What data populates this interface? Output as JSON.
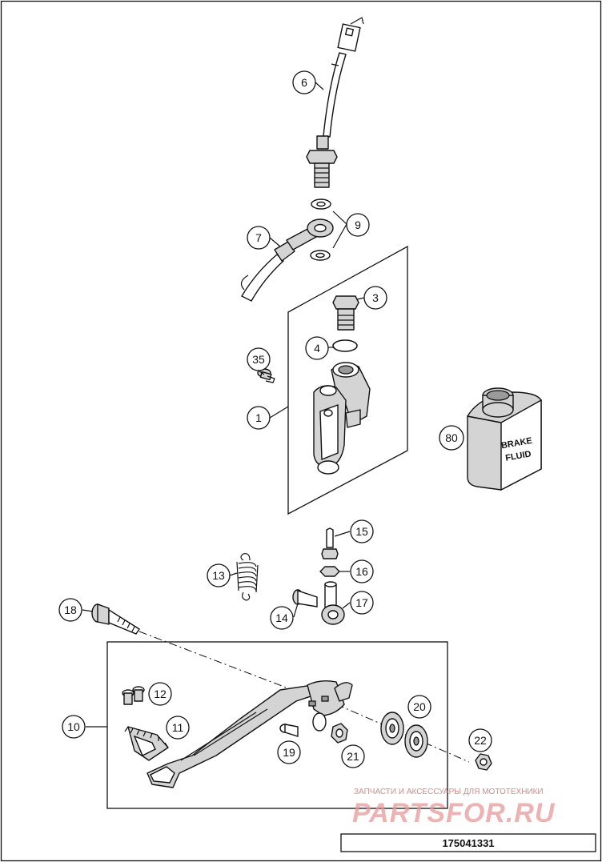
{
  "callouts": [
    {
      "id": "callout-1",
      "label": "1"
    },
    {
      "id": "callout-3",
      "label": "3"
    },
    {
      "id": "callout-4",
      "label": "4"
    },
    {
      "id": "callout-6",
      "label": "6"
    },
    {
      "id": "callout-7",
      "label": "7"
    },
    {
      "id": "callout-9",
      "label": "9"
    },
    {
      "id": "callout-10",
      "label": "10"
    },
    {
      "id": "callout-11",
      "label": "11"
    },
    {
      "id": "callout-12",
      "label": "12"
    },
    {
      "id": "callout-13",
      "label": "13"
    },
    {
      "id": "callout-14",
      "label": "14"
    },
    {
      "id": "callout-15",
      "label": "15"
    },
    {
      "id": "callout-16",
      "label": "16"
    },
    {
      "id": "callout-17",
      "label": "17"
    },
    {
      "id": "callout-18",
      "label": "18"
    },
    {
      "id": "callout-19",
      "label": "19"
    },
    {
      "id": "callout-20",
      "label": "20"
    },
    {
      "id": "callout-21",
      "label": "21"
    },
    {
      "id": "callout-22",
      "label": "22"
    },
    {
      "id": "callout-35",
      "label": "35"
    },
    {
      "id": "callout-80",
      "label": "80"
    }
  ],
  "bottle_label": {
    "line1": "BRAKE",
    "line2": "FLUID"
  },
  "watermark": {
    "top_text": "ЗАПЧАСТИ И АКСЕССУАРЫ ДЛЯ МОТОТЕХНИКИ",
    "main_text": "PARTSFOR.RU"
  },
  "reference_number": "175041331"
}
